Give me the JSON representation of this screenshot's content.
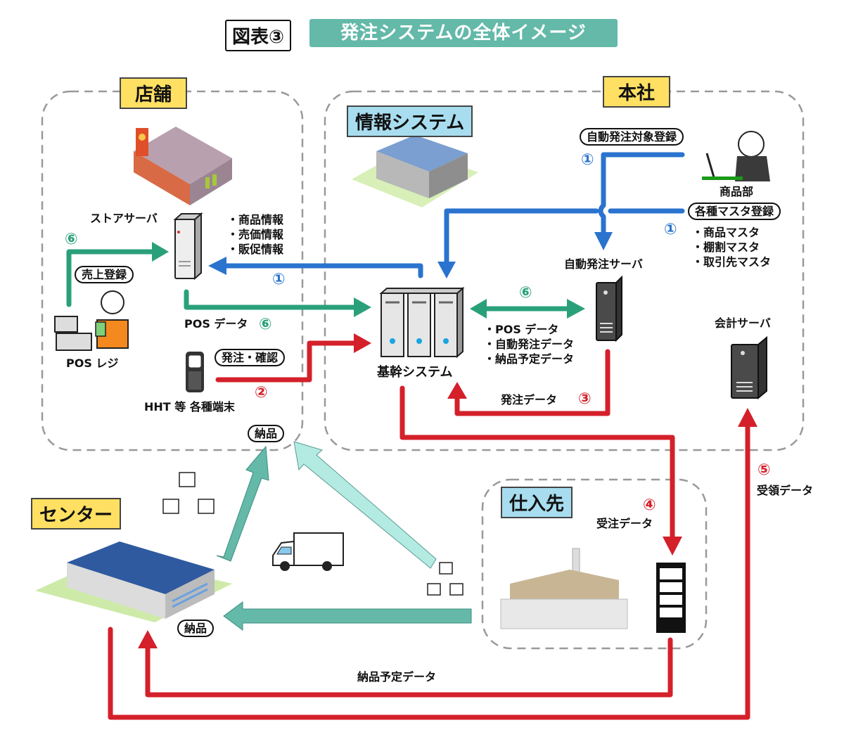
{
  "header": {
    "figure_label": "図表③",
    "title": "発注システムの全体イメージ"
  },
  "regions": {
    "store": "店舗",
    "hq": "本社",
    "info_system": "情報システム",
    "center": "センター",
    "supplier": "仕入先"
  },
  "nodes": {
    "store_server": "ストアサーバ",
    "pos_register": "POS レジ",
    "hht": "HHT 等 各種端末",
    "core_system": "基幹システム",
    "auto_order_server": "自動発注サーバ",
    "merch_dept": "商品部",
    "accounting_server": "会計サーバ"
  },
  "pills": {
    "sales_registration": "売上登録",
    "order_confirm": "発注・確認",
    "delivery_store": "納品",
    "delivery_center": "納品",
    "auto_order_target": "自動発注対象登録",
    "master_registration": "各種マスタ登録"
  },
  "lists": {
    "store_info": [
      "・商品情報",
      "・売価情報",
      "・販促情報"
    ],
    "masters": [
      "・商品マスタ",
      "・棚割マスタ",
      "・取引先マスタ"
    ],
    "exchange_data": [
      "・POS データ",
      "・自動発注データ",
      "・納品予定データ"
    ]
  },
  "flows": {
    "pos_data": "POS データ",
    "order_data": "発注データ",
    "received_order_data": "受注データ",
    "receipt_data": "受領データ",
    "delivery_schedule_data": "納品予定データ"
  },
  "step_numbers": {
    "one": "①",
    "two": "②",
    "three": "③",
    "four": "④",
    "five": "⑤",
    "six": "⑥"
  },
  "colors": {
    "blue_flow": "#2a73cf",
    "green_flow": "#2aa07a",
    "red_flow": "#d4202a",
    "teal_delivery": "#64b9a9",
    "light_teal_delivery": "#b3ebe3",
    "region_label_yellow": "#ffe062",
    "region_label_blue": "#a8ddef"
  }
}
